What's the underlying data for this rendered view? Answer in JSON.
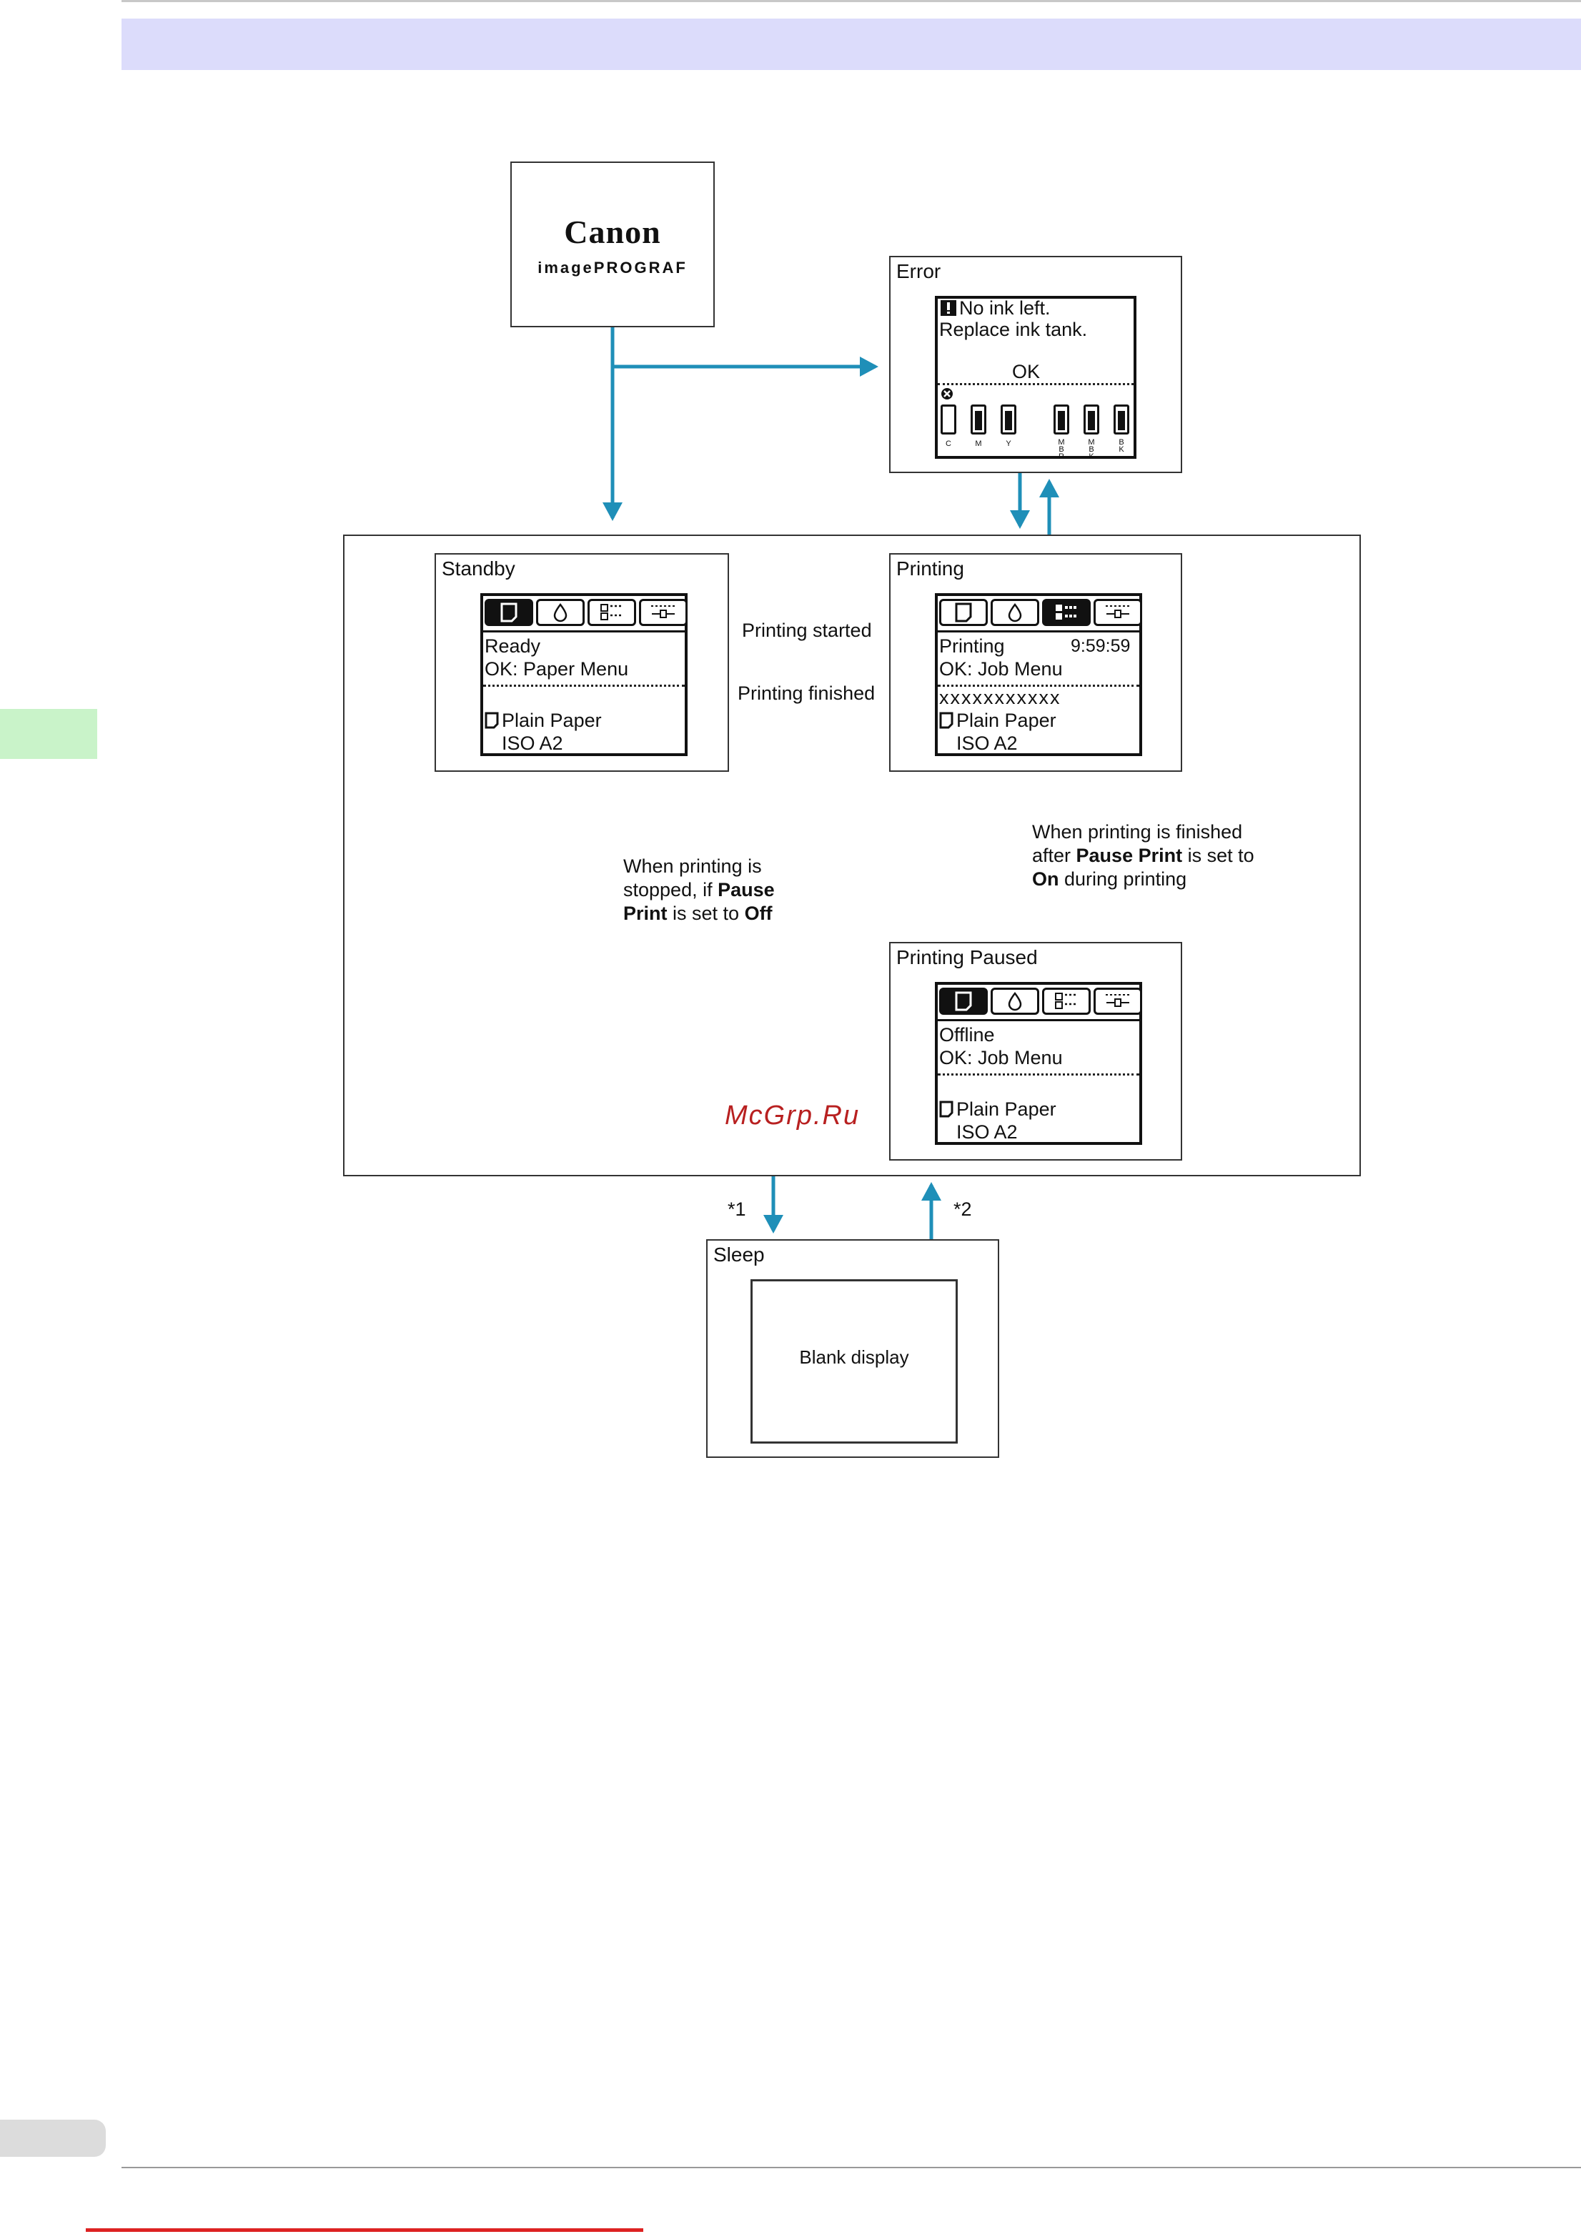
{
  "logo": {
    "brand": "Canon",
    "product": "imagePROGRAF"
  },
  "states": {
    "error": {
      "title": "Error",
      "line1": "No ink left.",
      "line2": "Replace ink tank.",
      "ok": "OK",
      "ink_labels": [
        "C",
        "M",
        "Y",
        "M\nB\nR",
        "M\nB\nK",
        "B\nK"
      ]
    },
    "standby": {
      "title": "Standby",
      "line1": "Ready",
      "line2": "OK: Paper Menu",
      "paper": "Plain Paper",
      "size": "ISO A2"
    },
    "printing": {
      "title": "Printing",
      "line1": "Printing",
      "time": "9:59:59",
      "line2": "OK: Job Menu",
      "job": "xxxxxxxxxxx",
      "paper": "Plain Paper",
      "size": "ISO A2"
    },
    "paused": {
      "title": "Printing Paused",
      "line1": "Offline",
      "line2": "OK: Job Menu",
      "paper": "Plain Paper",
      "size": "ISO A2"
    },
    "sleep": {
      "title": "Sleep",
      "display": "Blank display"
    }
  },
  "transitions": {
    "printing_started": "Printing started",
    "printing_finished": "Printing finished",
    "to_paused": {
      "p1": "When printing is finished",
      "p2": "after ",
      "b1": "Pause Print",
      "p3": " is set to",
      "b2": "On",
      "p4": " during printing"
    },
    "to_standby": {
      "p1": "When printing is",
      "p2": "stopped, if ",
      "b1": "Pause",
      "b2": "Print",
      "p3": " is set to ",
      "b3": "Off"
    },
    "sleep_in": "*1",
    "sleep_out": "*2"
  },
  "watermark": "McGrp.Ru",
  "colors": {
    "arrow": "#1f8fb8",
    "header": "#dcdcfb",
    "tab": "#c9f3c9"
  }
}
